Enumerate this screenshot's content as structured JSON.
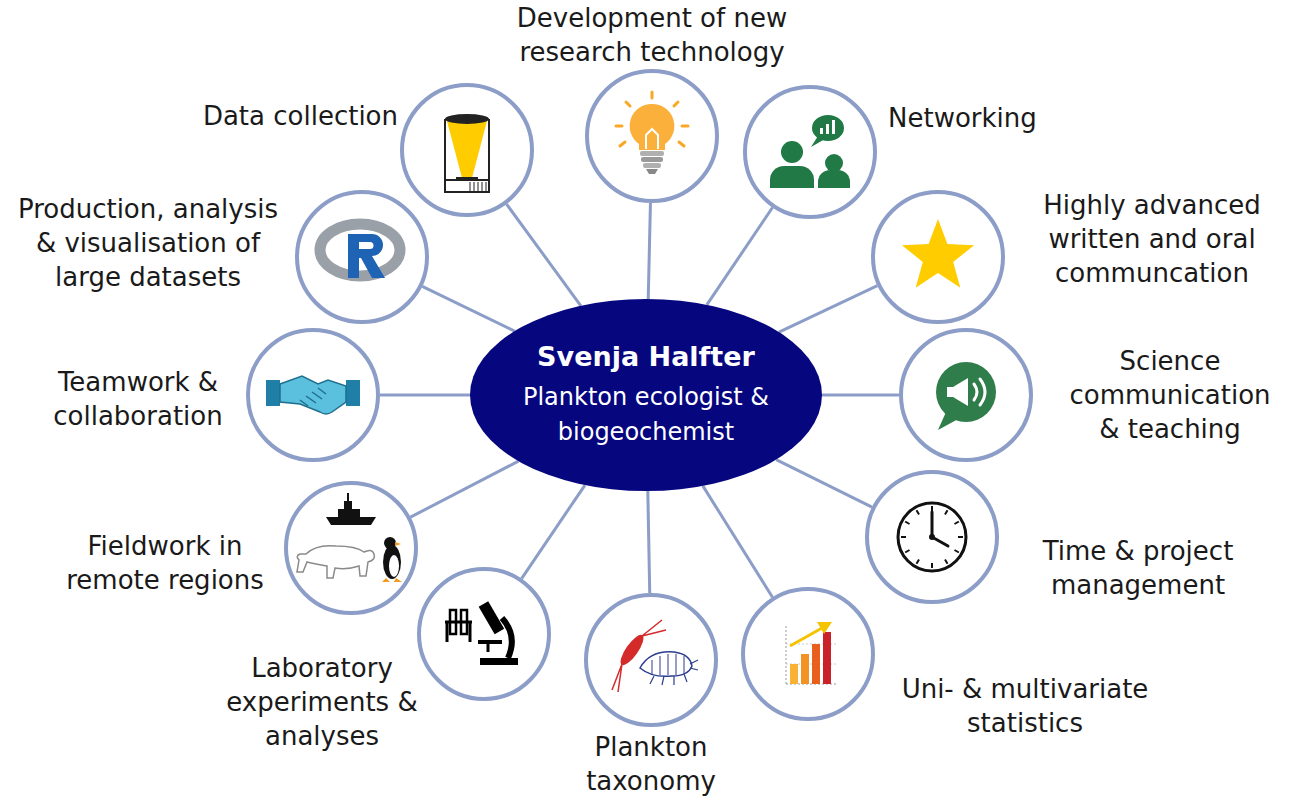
{
  "diagram": {
    "nodes": [
      {
        "text": [
          "Svenja Halfter",
          "Plankton ecologist & biogeochemist"
        ]
      },
      {
        "text": [
          "Development of new research technology"
        ]
      },
      {
        "text": [
          "Networking"
        ]
      },
      {
        "text": [
          "Highly advanced written and oral communcation"
        ]
      },
      {
        "text": [
          "Science communication & teaching"
        ]
      },
      {
        "text": [
          "Time & project management"
        ]
      },
      {
        "text": [
          "Uni- & multivariate statistics"
        ]
      },
      {
        "text": [
          "Plankton taxonomy"
        ]
      },
      {
        "text": [
          "Laboratory experiments & analyses"
        ]
      },
      {
        "text": [
          "Fieldwork in remote regions"
        ]
      },
      {
        "text": [
          "Teamwork & collaboration"
        ]
      },
      {
        "text": [
          "Production, analysis & visualisation of large datasets"
        ]
      },
      {
        "text": [
          "Data collection"
        ]
      }
    ],
    "edges": [
      {
        "from": 0,
        "to": 1,
        "arrow": "none"
      },
      {
        "from": 0,
        "to": 2,
        "arrow": "none"
      },
      {
        "from": 0,
        "to": 3,
        "arrow": "none"
      },
      {
        "from": 0,
        "to": 4,
        "arrow": "none"
      },
      {
        "from": 0,
        "to": 5,
        "arrow": "none"
      },
      {
        "from": 0,
        "to": 6,
        "arrow": "none"
      },
      {
        "from": 0,
        "to": 7,
        "arrow": "none"
      },
      {
        "from": 0,
        "to": 8,
        "arrow": "none"
      },
      {
        "from": 0,
        "to": 9,
        "arrow": "none"
      },
      {
        "from": 0,
        "to": 10,
        "arrow": "none"
      },
      {
        "from": 0,
        "to": 11,
        "arrow": "none"
      },
      {
        "from": 0,
        "to": 12,
        "arrow": "none"
      }
    ]
  }
}
